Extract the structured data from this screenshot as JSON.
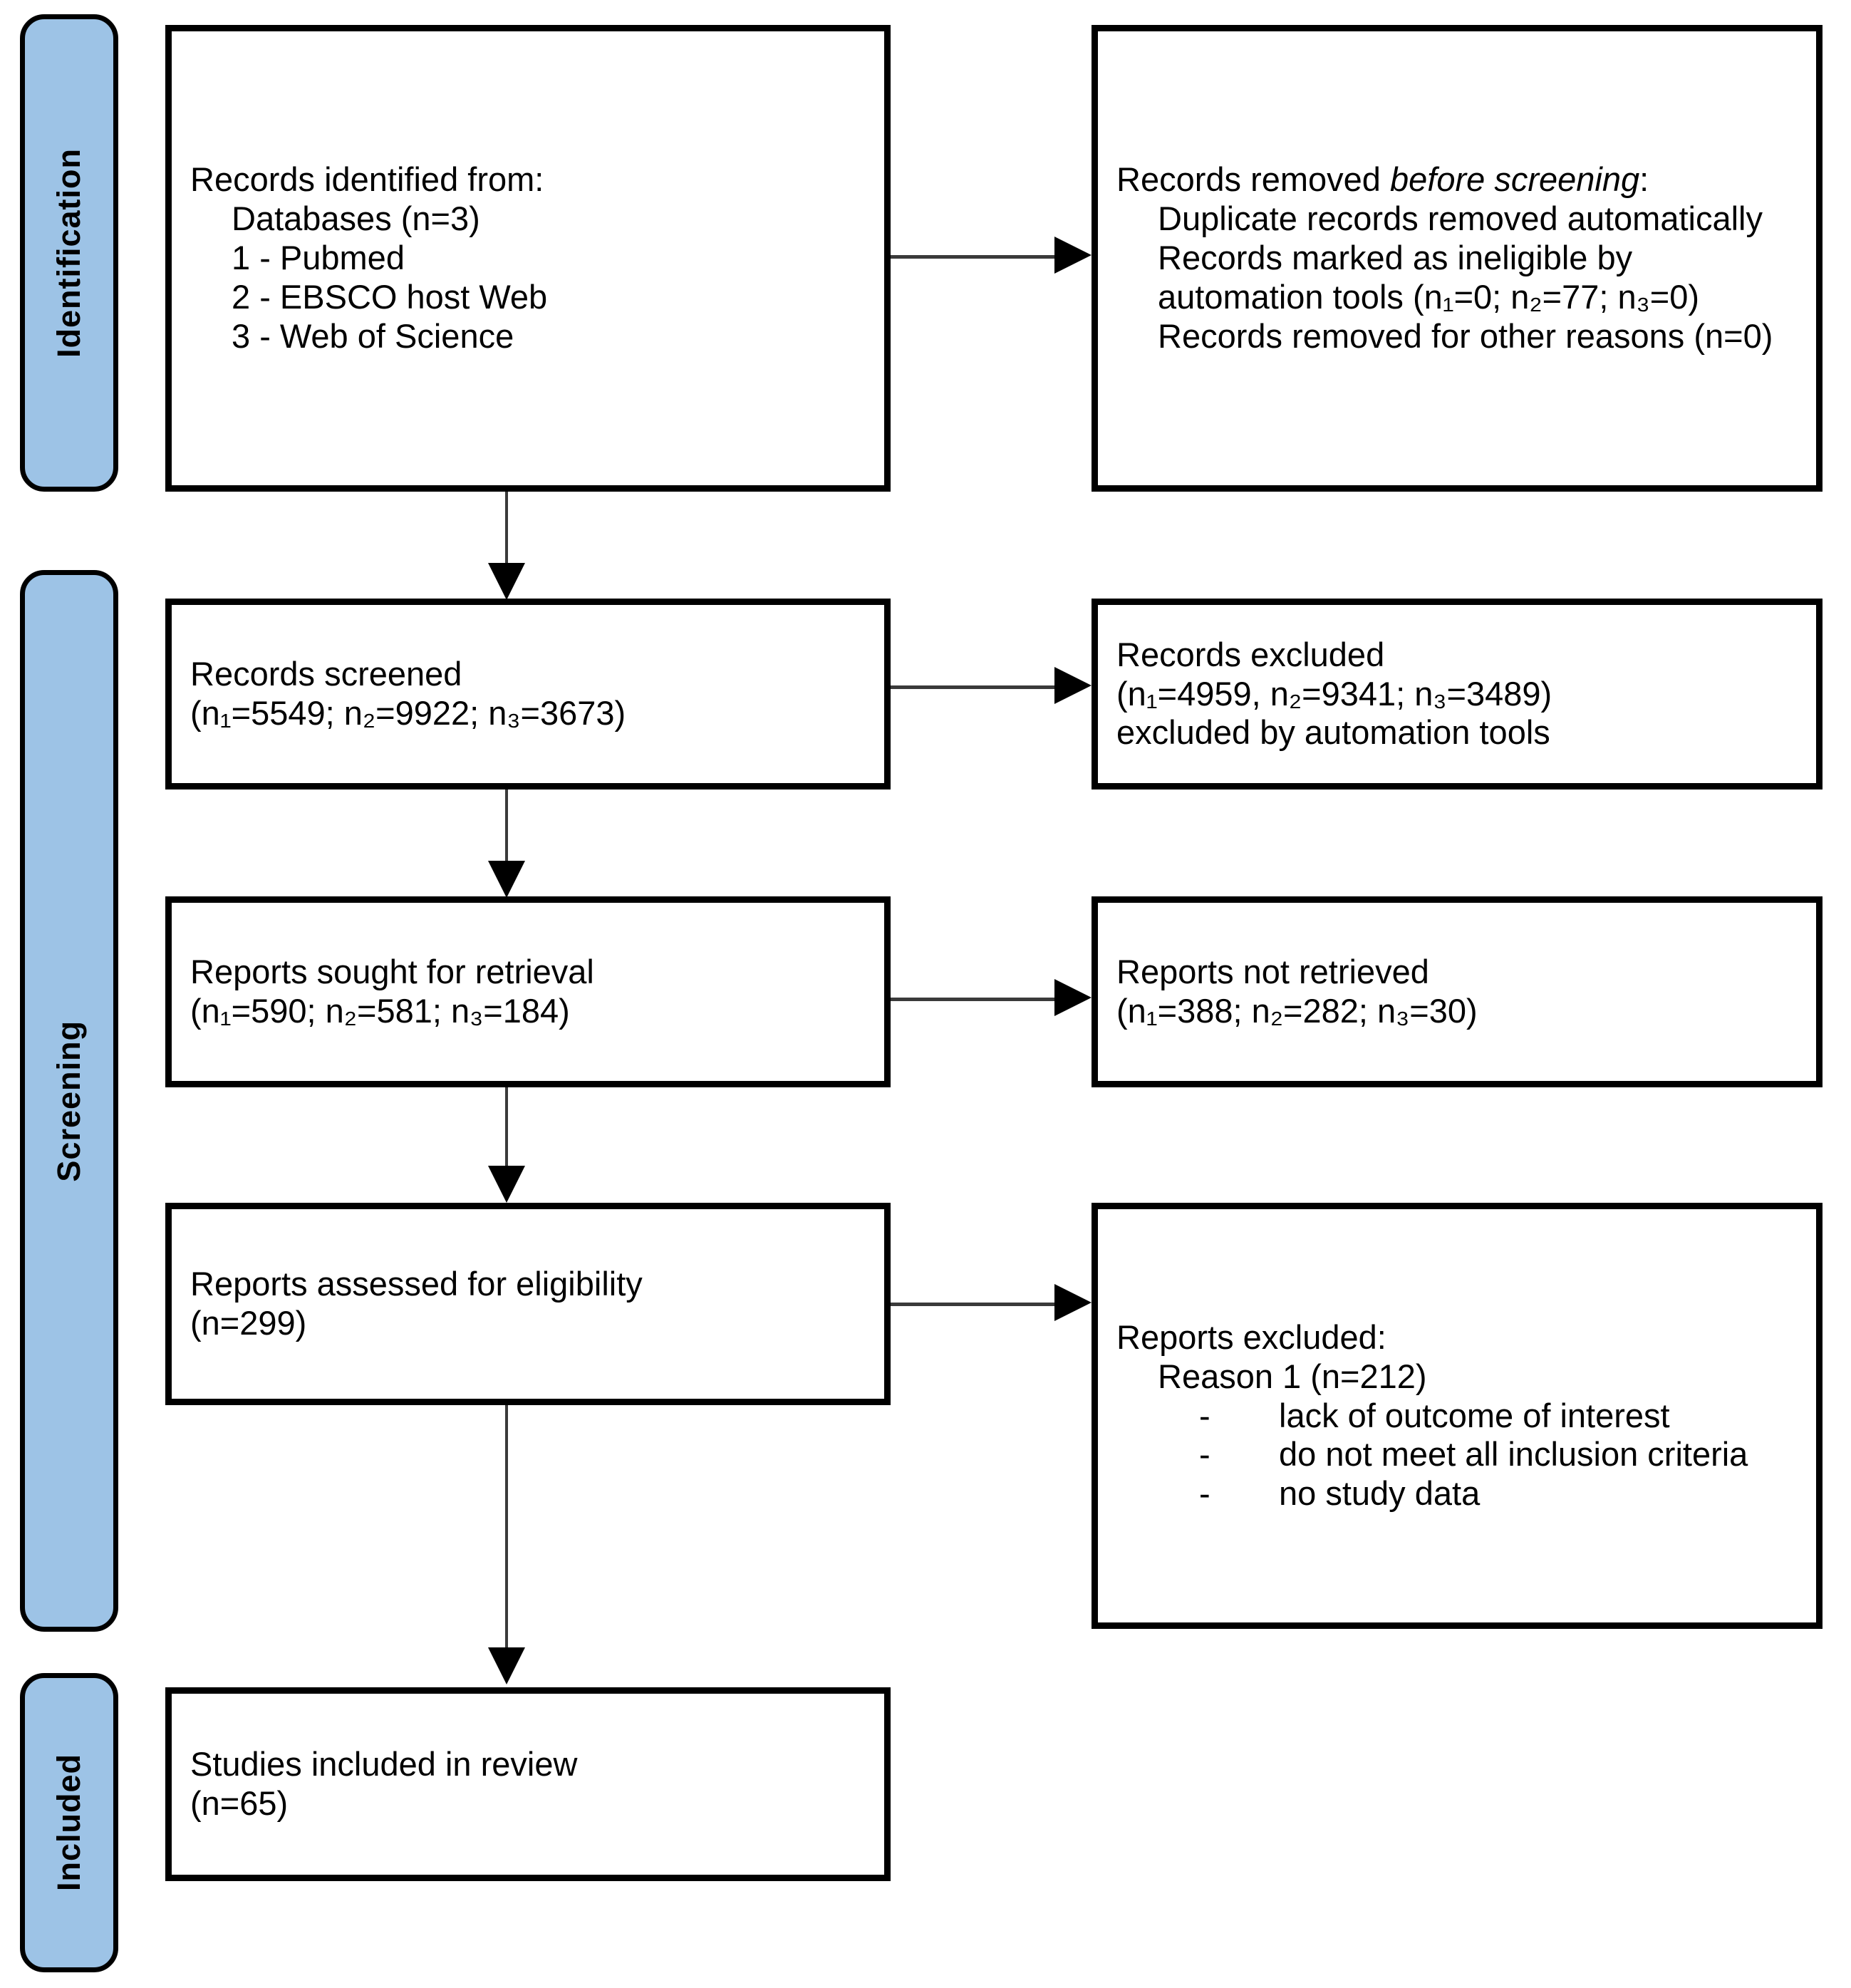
{
  "stages": [
    {
      "id": "identification",
      "label": "Identification"
    },
    {
      "id": "screening",
      "label": "Screening"
    },
    {
      "id": "included",
      "label": "Included"
    }
  ],
  "boxes": {
    "records_identified": {
      "title": "Records identified from:",
      "lines": [
        "Databases (n=3)",
        "1 - Pubmed",
        "2 - EBSCO host Web",
        "3 - Web of Science"
      ]
    },
    "records_removed": {
      "title_plain": "Records removed ",
      "title_italic": "before screening",
      "title_colon": ":",
      "lines": [
        "Duplicate records removed automatically",
        "Records marked as ineligible by automation tools (n₁=0; n₂=77; n₃=0)",
        "Records removed for other reasons (n=0)"
      ]
    },
    "records_screened": {
      "title": "Records screened",
      "counts": "(n₁=5549; n₂=9922; n₃=3673)"
    },
    "records_excluded": {
      "title": "Records excluded",
      "counts": "(n₁=4959, n₂=9341; n₃=3489)",
      "note": "excluded by automation tools"
    },
    "reports_sought": {
      "title": "Reports sought for retrieval",
      "counts": "(n₁=590; n₂=581; n₃=184)"
    },
    "reports_not_retrieved": {
      "title": "Reports not retrieved",
      "counts": "(n₁=388; n₂=282; n₃=30)"
    },
    "reports_assessed": {
      "title": "Reports assessed for eligibility",
      "counts": "(n=299)"
    },
    "reports_excluded": {
      "title": "Reports excluded:",
      "reason": "Reason 1 (n=212)",
      "dash": "-",
      "bullets": [
        "lack of outcome of interest",
        "do not meet all inclusion criteria",
        "no study data"
      ]
    },
    "studies_included": {
      "title": "Studies included in review",
      "counts": "(n=65)"
    }
  },
  "colors": {
    "stage_fill": "#9DC3E6",
    "outline": "#000000",
    "connector": "#3a3a3a",
    "box_fill": "#ffffff"
  }
}
